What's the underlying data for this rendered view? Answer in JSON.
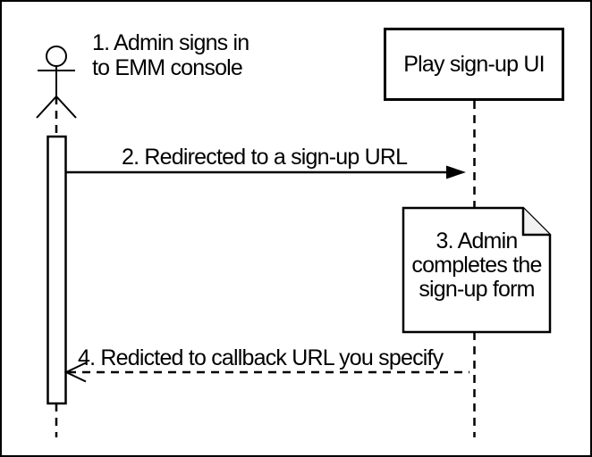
{
  "diagram": {
    "type": "sequence-diagram",
    "colors": {
      "background": "#ffffff",
      "stroke": "#000000",
      "note_fill": "#ffffff",
      "note_fold_fill": "#f2f2f2"
    },
    "actor": {
      "icon": "stick-figure-actor-icon",
      "caption_line1": "1. Admin signs in",
      "caption_line2": "to EMM console"
    },
    "participant": {
      "label": "Play sign-up UI"
    },
    "messages": {
      "redirect_signup": {
        "label": "2. Redirected to a sign-up URL",
        "style": "solid",
        "arrowhead": "filled",
        "direction": "left-to-right"
      },
      "redirect_callback": {
        "label": "4. Redicted to callback URL you specify",
        "style": "dashed",
        "arrowhead": "open",
        "direction": "right-to-left"
      }
    },
    "note": {
      "line1": "3. Admin",
      "line2": "completes the",
      "line3": "sign-up form"
    }
  }
}
